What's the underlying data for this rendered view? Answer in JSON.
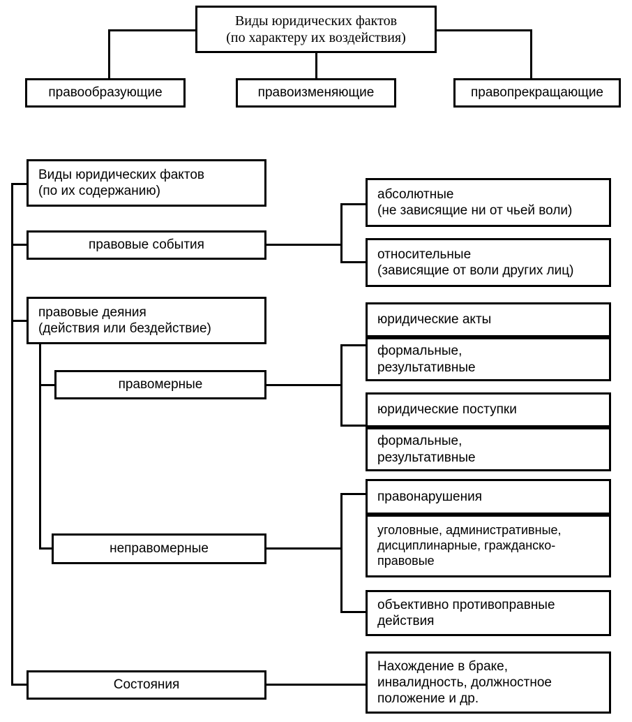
{
  "diagram": {
    "title_semantic": "Виды юридических фактов — классификационные схемы",
    "colors": {
      "background": "#ffffff",
      "stroke": "#000000",
      "text": "#000000"
    },
    "section_one": {
      "root": {
        "line1": "Виды юридических фактов",
        "line2": "(по характеру их воздействия)"
      },
      "children": [
        {
          "label": "правообразующие"
        },
        {
          "label": "правоизменяющие"
        },
        {
          "label": "правопрекращающие"
        }
      ]
    },
    "section_two": {
      "root": {
        "line1": "Виды юридических фактов",
        "line2": "(по их содержанию)"
      },
      "branches": [
        {
          "label": "правовые события",
          "children": [
            {
              "line1": "абсолютные",
              "line2": "(не зависящие ни от чьей воли)"
            },
            {
              "line1": "относительные",
              "line2": "(зависящие от воли других лиц)"
            }
          ]
        },
        {
          "line1": "правовые деяния",
          "line2": "(действия или бездействие)",
          "sub_branches": [
            {
              "label": "правомерные",
              "children": [
                {
                  "line1": "юридические акты"
                },
                {
                  "line1": "формальные,",
                  "line2": "результативные"
                },
                {
                  "line1": "юридические поступки"
                },
                {
                  "line1": "формальные,",
                  "line2": "результативные"
                }
              ]
            },
            {
              "label": "неправомерные",
              "children": [
                {
                  "line1": "правонарушения"
                },
                {
                  "line1": "уголовные, административные,",
                  "line2": "дисциплинарные, гражданско-",
                  "line3": "правовые"
                },
                {
                  "line1": "объективно противоправные",
                  "line2": "действия"
                }
              ]
            }
          ]
        },
        {
          "label": "Состояния",
          "children": [
            {
              "line1": "Нахождение в браке,",
              "line2": "инвалидность, должностное",
              "line3": "положение и др."
            }
          ]
        }
      ]
    }
  }
}
